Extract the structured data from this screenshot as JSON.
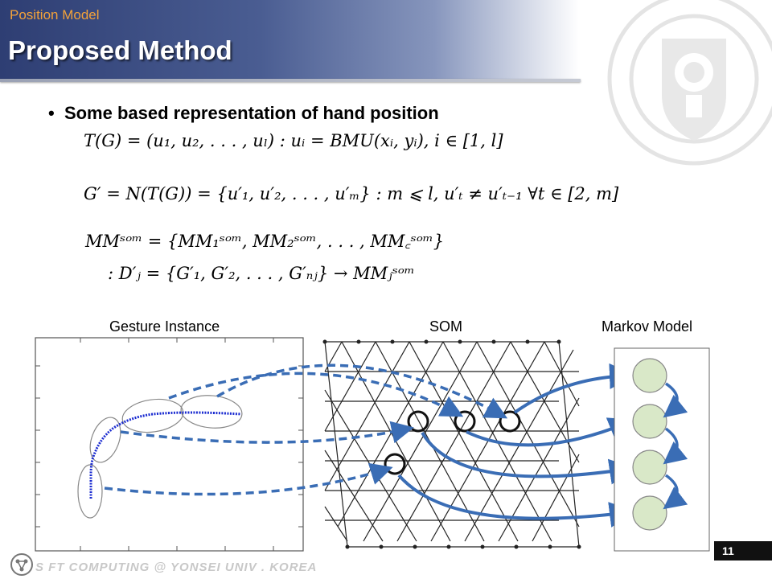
{
  "header": {
    "section_label": "Position Model",
    "title": "Proposed Method"
  },
  "content": {
    "bullet": "Some based representation of hand position",
    "equations": {
      "eq1": "T(G) = (u₁, u₂, . . . , uₗ) : uᵢ = BMU(xᵢ, yᵢ),    i ∈ [1, l]",
      "eq2": "G′ = N(T(G)) = {u′₁, u′₂, . . . , u′ₘ} : m ⩽ l,    u′ₜ ≠ u′ₜ₋₁ ∀t ∈ [2, m]",
      "eq3": "MMˢᵒᵐ = {MM₁ˢᵒᵐ, MM₂ˢᵒᵐ, . . . , MM꜀ˢᵒᵐ}",
      "eq4": ": D′ⱼ = {G′₁, G′₂, . . . , G′ₙⱼ} → MMⱼˢᵒᵐ"
    }
  },
  "diagram": {
    "gesture_title": "Gesture Instance",
    "som_title": "SOM",
    "markov_title": "Markov Model",
    "colors": {
      "arrow": "#3a6db5",
      "trajectory": "#1a2bd0",
      "state_fill": "#d9e8c8",
      "grid": "#222222"
    }
  },
  "footer": {
    "text": "S  FT COMPUTING @ YONSEI UNIV . KOREA",
    "page": "11"
  },
  "icons": {
    "logo": "soft-computing-logo-icon",
    "watermark": "university-seal-watermark-icon"
  }
}
